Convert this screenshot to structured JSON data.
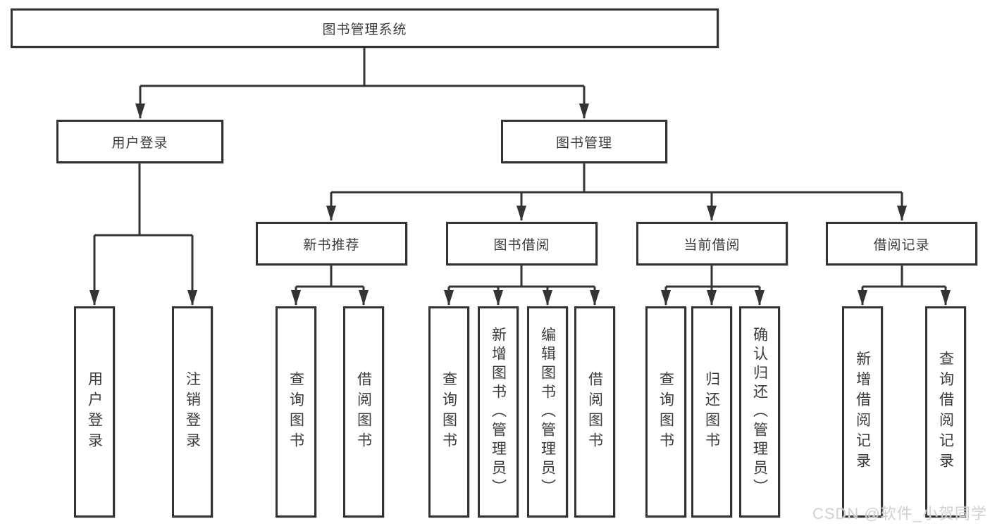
{
  "tree": {
    "root": "图书管理系统",
    "branches": [
      {
        "label": "用户登录",
        "children": [
          "用户登录",
          "注销登录"
        ]
      },
      {
        "label": "图书管理",
        "groups": [
          {
            "label": "新书推荐",
            "children": [
              "查询图书",
              "借阅图书"
            ]
          },
          {
            "label": "图书借阅",
            "children": [
              "查询图书",
              "新增图书（管理员）",
              "编辑图书（管理员）",
              "借阅图书"
            ]
          },
          {
            "label": "当前借阅",
            "children": [
              "查询图书",
              "归还图书",
              "确认归还（管理员）"
            ]
          },
          {
            "label": "借阅记录",
            "children": [
              "新增借阅记录",
              "查询借阅记录"
            ]
          }
        ]
      }
    ]
  },
  "watermark": "CSDN @软件_小贺同学",
  "colors": {
    "line": "#333333",
    "border": "#333333",
    "text": "#3b3b3b",
    "watermark": "#cdcdcd",
    "background": "#ffffff"
  }
}
